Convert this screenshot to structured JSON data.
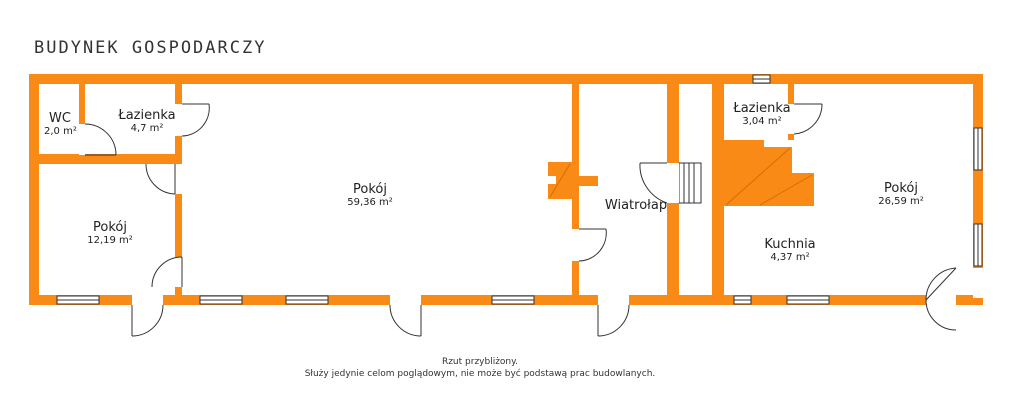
{
  "title": "BUDYNEK GOSPODARCZY",
  "colors": {
    "wall": "#f98a16",
    "window_frame": "#333333",
    "door_line": "#333333",
    "background": "#ffffff"
  },
  "rooms": [
    {
      "name": "WC",
      "area": "2,0 m²"
    },
    {
      "name": "Łazienka",
      "area": "4,7 m²"
    },
    {
      "name": "Pokój",
      "area": "12,19 m²"
    },
    {
      "name": "Pokój",
      "area": "59,36 m²"
    },
    {
      "name": "Wiatrołap",
      "area": ""
    },
    {
      "name": "Łazienka",
      "area": "3,04 m²"
    },
    {
      "name": "Kuchnia",
      "area": "4,37 m²"
    },
    {
      "name": "Pokój",
      "area": "26,59 m²"
    }
  ],
  "footnote": {
    "line1": "Rzut przybliżony.",
    "line2": "Służy jedynie celom poglądowym, nie może być podstawą prac budowlanych."
  }
}
